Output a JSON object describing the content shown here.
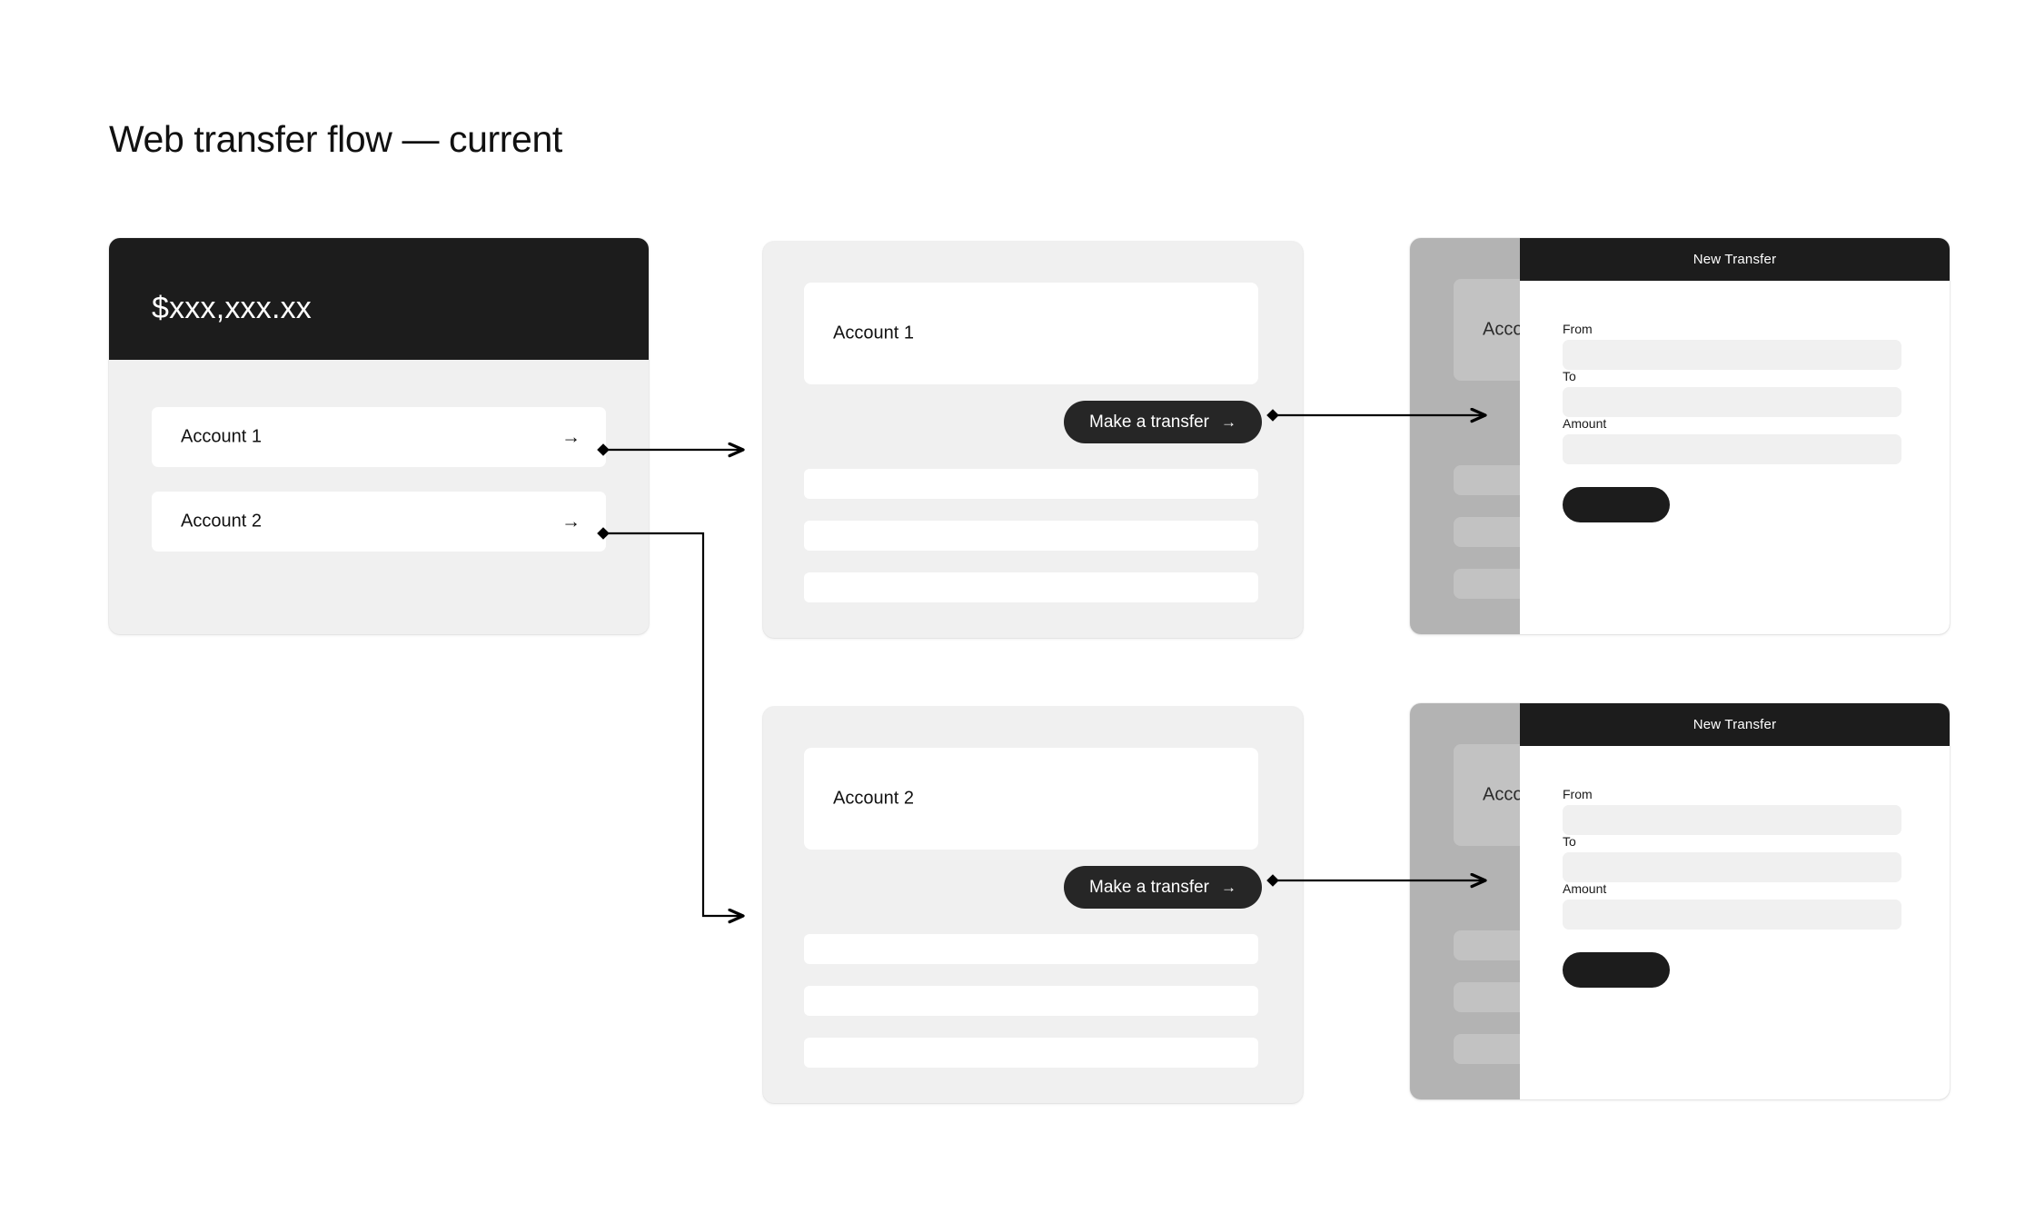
{
  "page": {
    "title": "Web transfer flow — current",
    "background": "#ffffff"
  },
  "colors": {
    "dark": "#1c1c1c",
    "button_dark": "#262626",
    "card_bg": "#f0f0f0",
    "white": "#ffffff",
    "dim_overlay": "#b3b3b3",
    "dim_card": "#c2c2c2",
    "text": "#111111",
    "connector": "#000000"
  },
  "screens": {
    "accounts": {
      "name": "accounts-overview",
      "balance": "$xxx,xxx.xx",
      "rows": [
        {
          "label": "Account 1",
          "arrow_icon": "arrow-right-icon",
          "arrow": "→"
        },
        {
          "label": "Account 2",
          "arrow_icon": "arrow-right-icon",
          "arrow": "→"
        }
      ]
    },
    "details": [
      {
        "name": "account-detail-1",
        "card_label": "Account 1",
        "transfer_button": {
          "label": "Make a transfer",
          "arrow": "→"
        },
        "placeholders": 3
      },
      {
        "name": "account-detail-2",
        "card_label": "Account 2",
        "transfer_button": {
          "label": "Make a transfer",
          "arrow": "→"
        },
        "placeholders": 3
      }
    ],
    "modals": [
      {
        "name": "new-transfer-modal-1",
        "header_title": "New Transfer",
        "behind_card_label": "Acco",
        "fields": [
          {
            "label": "From",
            "value": "",
            "placeholder": ""
          },
          {
            "label": "To",
            "value": "",
            "placeholder": ""
          },
          {
            "label": "Amount",
            "value": "",
            "placeholder": ""
          }
        ],
        "submit_label": ""
      },
      {
        "name": "new-transfer-modal-2",
        "header_title": "New Transfer",
        "behind_card_label": "Acco",
        "fields": [
          {
            "label": "From",
            "value": "",
            "placeholder": ""
          },
          {
            "label": "To",
            "value": "",
            "placeholder": ""
          },
          {
            "label": "Amount",
            "value": "",
            "placeholder": ""
          }
        ],
        "submit_label": ""
      }
    ]
  },
  "connectors": [
    {
      "name": "account1-to-detail1",
      "from": "Account 1 row",
      "to": "Account 1 detail screen"
    },
    {
      "name": "account2-to-detail2",
      "from": "Account 2 row",
      "to": "Account 2 detail screen"
    },
    {
      "name": "transfer1-to-modal1",
      "from": "Make a transfer (1)",
      "to": "New Transfer modal (1)"
    },
    {
      "name": "transfer2-to-modal2",
      "from": "Make a transfer (2)",
      "to": "New Transfer modal (2)"
    }
  ]
}
